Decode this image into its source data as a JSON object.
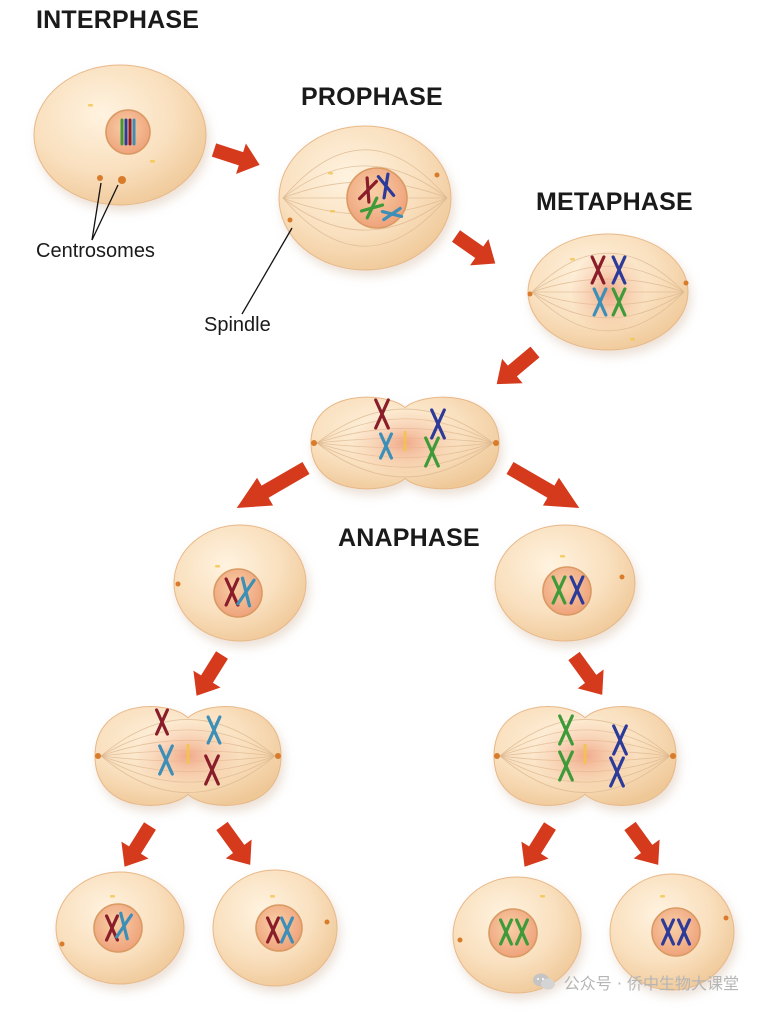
{
  "titles": {
    "interphase": "INTERPHASE",
    "prophase": "PROPHASE",
    "metaphase": "METAPHASE",
    "anaphase": "ANAPHASE"
  },
  "labels": {
    "centrosomes": "Centrosomes",
    "spindle": "Spindle"
  },
  "watermark": {
    "text": "公众号 · 侨中生物大课堂",
    "icon": "wechat-icon"
  },
  "colors": {
    "cell_fill": "#f7dcb6",
    "cell_edge": "#e8b888",
    "nucleus_fill": "#f4c094",
    "arrow": "#d63a1c",
    "chromosome_red": "#8a1d2a",
    "chromosome_blue": "#2c3a9a",
    "chromosome_green": "#3f9a3a",
    "chromosome_teal": "#3d8fb8"
  }
}
